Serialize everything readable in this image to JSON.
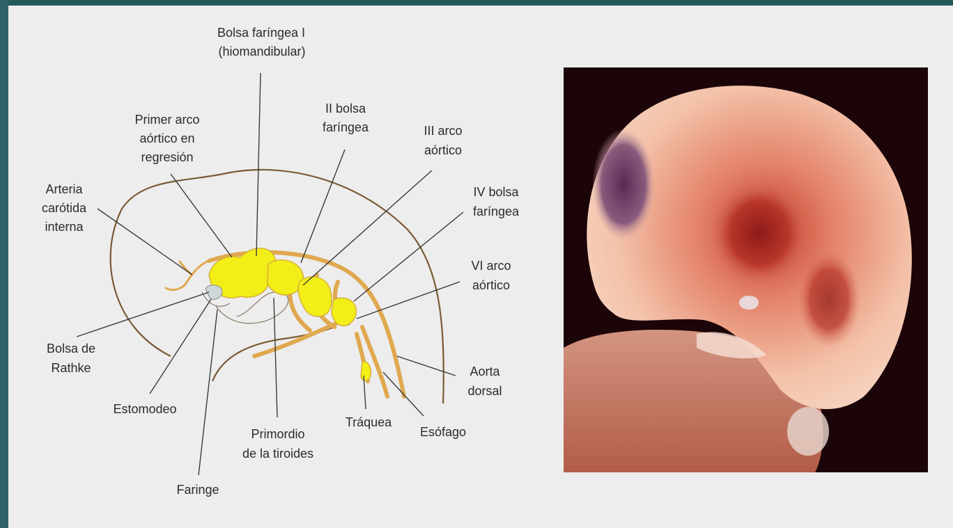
{
  "diagram": {
    "labels": {
      "bolsa_faringea_1_line1": "Bolsa faríngea I",
      "bolsa_faringea_1_line2": "(hiomandibular)",
      "primer_arco_line1": "Primer arco",
      "primer_arco_line2": "aórtico en",
      "primer_arco_line3": "regresión",
      "ii_bolsa_line1": "II bolsa",
      "ii_bolsa_line2": "faríngea",
      "iii_arco_line1": "III arco",
      "iii_arco_line2": "aórtico",
      "iv_bolsa_line1": "IV bolsa",
      "iv_bolsa_line2": "faríngea",
      "vi_arco_line1": "VI arco",
      "vi_arco_line2": "aórtico",
      "arteria_line1": "Arteria",
      "arteria_line2": "carótida",
      "arteria_line3": "interna",
      "bolsa_rathke_line1": "Bolsa de",
      "bolsa_rathke_line2": "Rathke",
      "estomodeo": "Estomodeo",
      "faringe": "Faringe",
      "primordio_line1": "Primordio",
      "primordio_line2": "de la tiroides",
      "traquea": "Tráquea",
      "esofago": "Esófago",
      "aorta_line1": "Aorta",
      "aorta_line2": "dorsal"
    }
  },
  "colors": {
    "slide_background": "#2a5f62",
    "panel_background": "#ededed",
    "pharyngeal_pouch_fill": "#f2ee18",
    "vessel_color": "#e0a84f",
    "photo_background": "#1c0508"
  },
  "photo": {
    "icon": "embryo-photo"
  }
}
